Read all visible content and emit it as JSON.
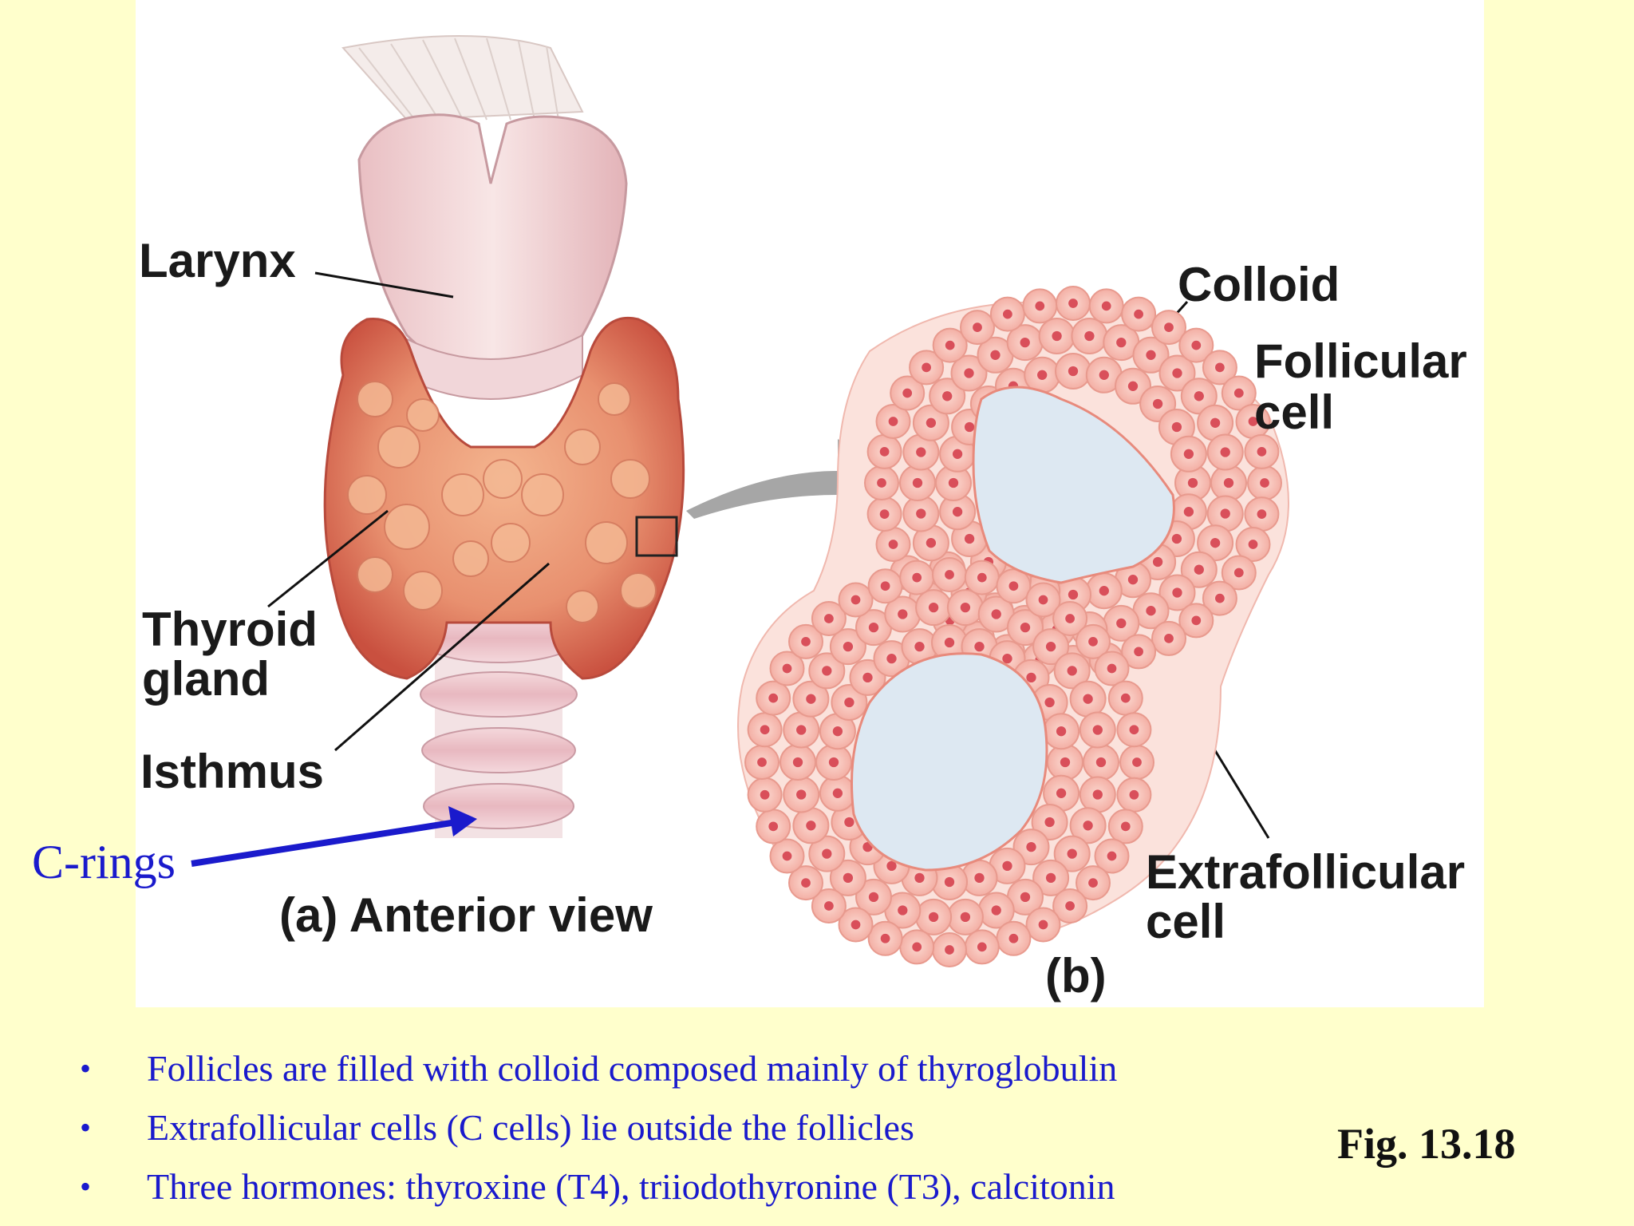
{
  "diagram": {
    "labels": {
      "larynx": "Larynx",
      "thyroid_gland_line1": "Thyroid",
      "thyroid_gland_line2": "gland",
      "isthmus": "Isthmus",
      "anterior_view": "(a) Anterior view",
      "colloid": "Colloid",
      "follicular_cell_line1": "Follicular",
      "follicular_cell_line2": "cell",
      "extrafollicular_cell_line1": "Extrafollicular",
      "extrafollicular_cell_line2": "cell",
      "panel_b": "(b)",
      "c_rings": "C-rings"
    },
    "colors": {
      "panel_background": "#ffffff",
      "slide_background": "#ffffcc",
      "thyroid_tissue": "#e88a6e",
      "larynx_cartilage": "#f3d9da",
      "cell_pink": "#f6b9b0",
      "colloid_fill": "#dde8f2",
      "arrow_blue": "#1a1acc",
      "arrow_gray": "#a6a6a6"
    }
  },
  "bullets": [
    "Follicles are filled with colloid composed mainly of thyroglobulin",
    "Extrafollicular cells (C cells) lie outside the follicles",
    "Three hormones: thyroxine (T4), triiodothyronine (T3), calcitonin"
  ],
  "bullet_symbol": "•",
  "figure_label": "Fig. 13.18"
}
